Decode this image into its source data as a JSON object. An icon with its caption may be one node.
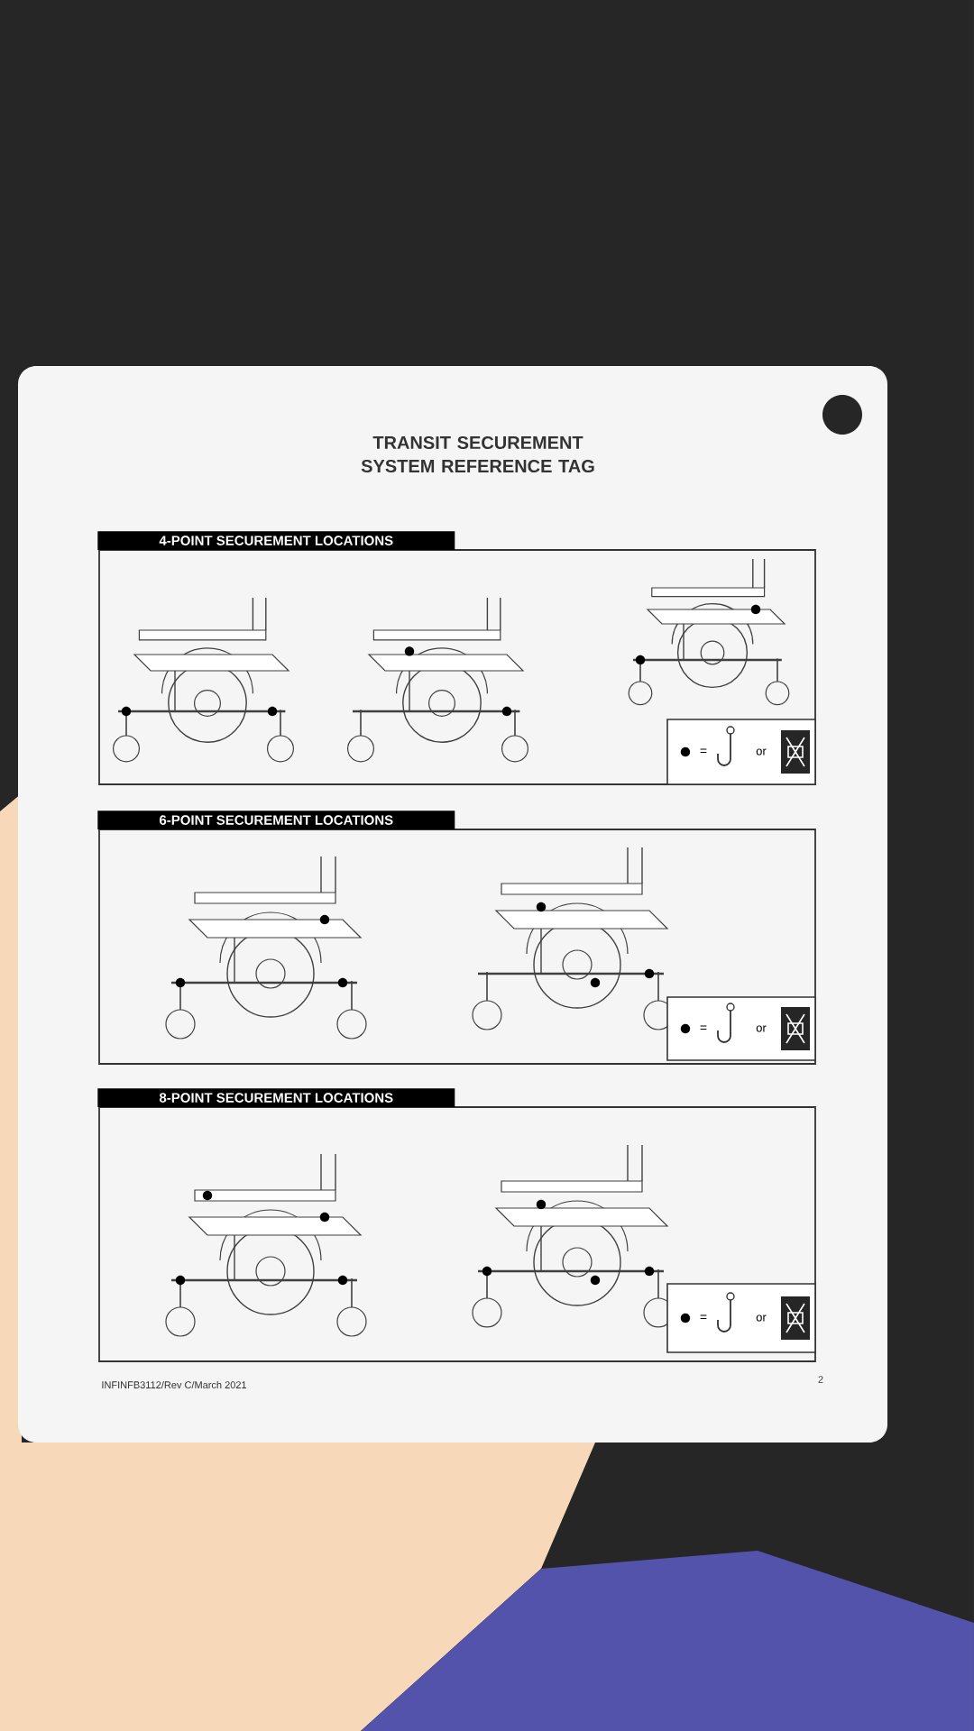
{
  "diagram": {
    "title": "TRANSIT SECUREMENT SYSTEM REFERENCE TAG",
    "nodes": [
      {
        "text": [
          "4-POINT SECUREMENT LOCATIONS"
        ]
      },
      {
        "text": [
          "6-POINT SECUREMENT LOCATIONS"
        ]
      },
      {
        "text": [
          "8-POINT SECUREMENT LOCATIONS"
        ]
      }
    ],
    "labels": [
      "=",
      "or",
      "=",
      "or",
      "=",
      "or",
      "INFINFB3112/Rev C/March 2021",
      "2"
    ]
  }
}
